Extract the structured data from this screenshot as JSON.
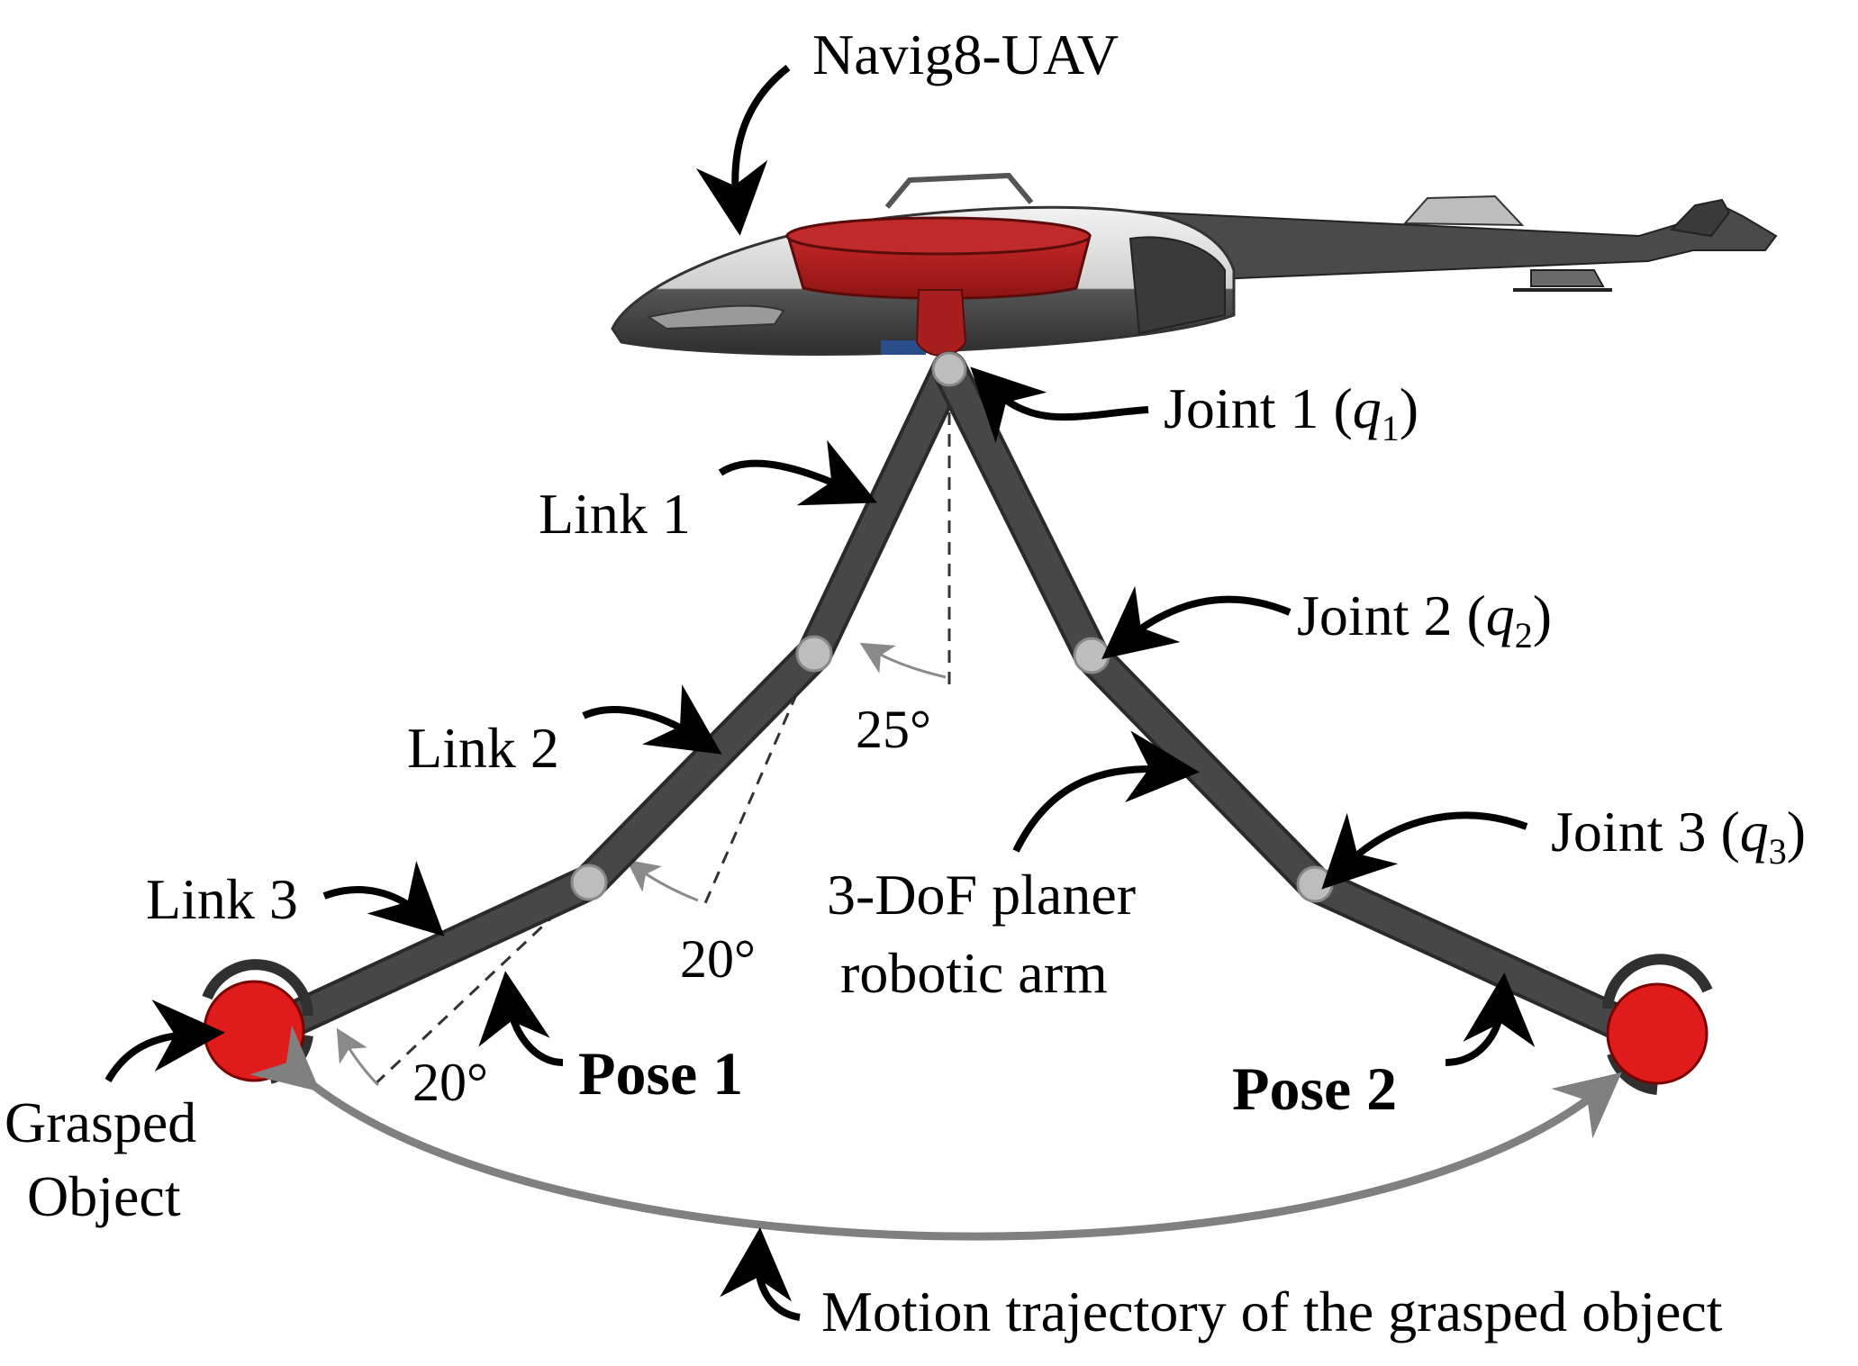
{
  "labels": {
    "uav": "Navig8-UAV",
    "joint1_pre": "Joint 1 (",
    "joint1_var": "q",
    "joint1_sub": "1",
    "joint1_post": ")",
    "joint2_pre": "Joint 2 (",
    "joint2_var": "q",
    "joint2_sub": "2",
    "joint2_post": ")",
    "joint3_pre": "Joint 3 (",
    "joint3_var": "q",
    "joint3_sub": "3",
    "joint3_post": ")",
    "link1": "Link 1",
    "link2": "Link 2",
    "link3": "Link 3",
    "angle1": "25°",
    "angle2": "20°",
    "angle3": "20°",
    "arm_line1": "3-DoF planer",
    "arm_line2": "robotic arm",
    "pose1": "Pose 1",
    "pose2": "Pose 2",
    "object_line1": "Grasped",
    "object_line2": "Object",
    "trajectory": "Motion trajectory of the grasped object"
  },
  "colors": {
    "link": "#474747",
    "link_edge": "#2a2a2a",
    "joint": "#bdbdbd",
    "object": "#e01b1b",
    "rotor": "#b01e1e",
    "trajectory": "#808080",
    "hull_top": "#e6e6e6",
    "hull_bottom": "#3c3c3c"
  }
}
